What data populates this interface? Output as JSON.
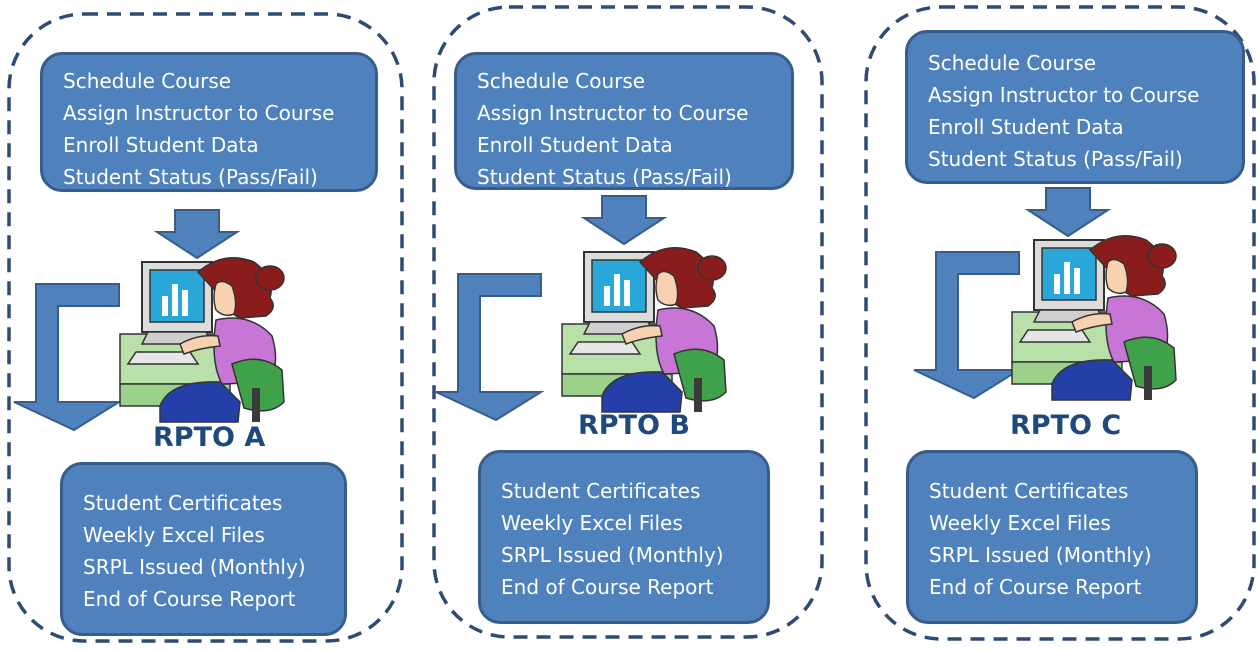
{
  "colors": {
    "box_fill": "#4f81bd",
    "box_border": "#385d8a",
    "frame_dash": "#2f4b73",
    "label_text": "#1f497d"
  },
  "panels": [
    {
      "label": "RPTO A",
      "top_items": [
        "Schedule Course",
        "Assign Instructor to Course",
        "Enroll Student Data",
        "Student Status (Pass/Fail)"
      ],
      "bottom_items": [
        "Student Certificates",
        "Weekly Excel Files",
        "SRPL Issued (Monthly)",
        "End of Course Report"
      ]
    },
    {
      "label": "RPTO B",
      "top_items": [
        "Schedule Course",
        "Assign Instructor to Course",
        "Enroll Student Data",
        "Student Status (Pass/Fail)"
      ],
      "bottom_items": [
        "Student Certificates",
        "Weekly Excel Files",
        "SRPL Issued (Monthly)",
        "End of Course Report"
      ]
    },
    {
      "label": "RPTO C",
      "top_items": [
        "Schedule Course",
        "Assign Instructor to Course",
        "Enroll Student Data",
        "Student Status (Pass/Fail)"
      ],
      "bottom_items": [
        "Student Certificates",
        "Weekly Excel Files",
        "SRPL Issued (Monthly)",
        "End of Course Report"
      ]
    }
  ],
  "icons": {
    "down_arrow": "down-arrow-icon",
    "bent_arrow": "bent-down-arrow-icon",
    "computer_user": "woman-at-computer-icon"
  }
}
